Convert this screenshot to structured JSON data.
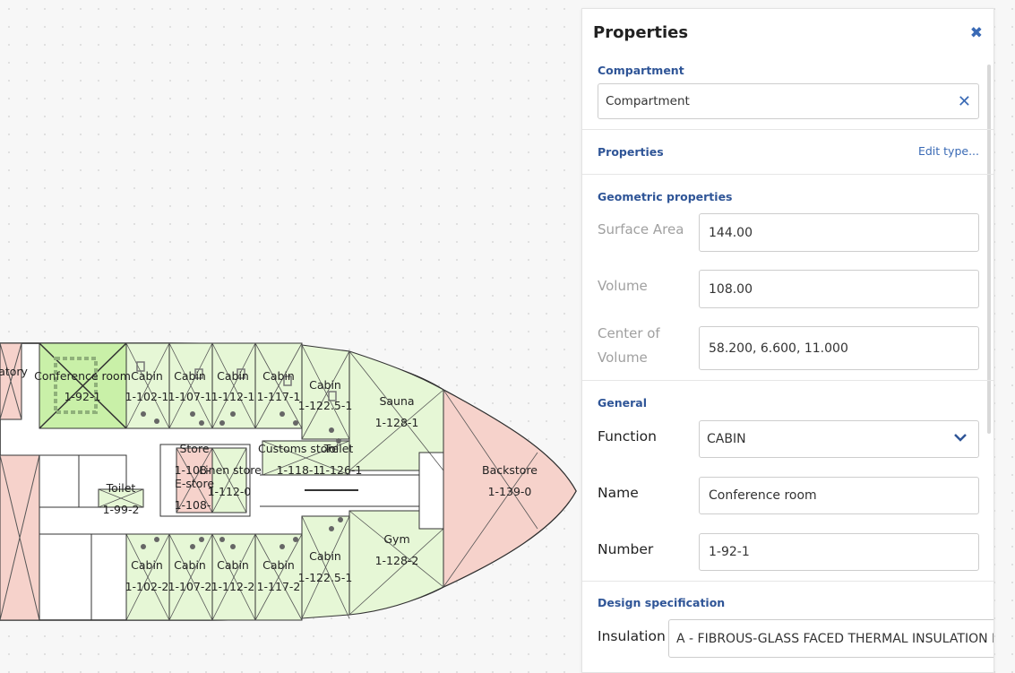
{
  "plan": {
    "labels": {
      "oratory": "ratory",
      "conference_name": "Conference room",
      "conference_num": "1-92-1",
      "cabin": "Cabin",
      "c1": "1-102-1",
      "c2": "1-107-1",
      "c3": "1-112-1",
      "c4": "1-117-1",
      "c5": "1-122.5-1",
      "sauna": "Sauna",
      "sauna_num": "1-128-1",
      "c6": "1-102-2",
      "c7": "1-107-2",
      "c8": "1-112-2",
      "c9": "1-117-2",
      "c10": "1-122.5-1",
      "gym": "Gym",
      "gym_num": "1-128-2",
      "backstore": "Backstore",
      "backstore_num": "1-139-0",
      "toilet": "Toilet",
      "toilet_num": "1-99-2",
      "store": "Store",
      "store_num": "1-108-",
      "estore": "E-store",
      "estore_num": "1-108-",
      "linen": "Linen store",
      "linen_num": "1-112-0",
      "customs": "Customs store",
      "customs_num": "1-118-1",
      "toilet2": "Toilet",
      "toilet2_num": "1-126-1"
    }
  },
  "panel": {
    "title": "Properties",
    "compartment": {
      "title": "Compartment",
      "value": "Compartment"
    },
    "properties": {
      "title": "Properties",
      "edit_link": "Edit type..."
    },
    "geometric": {
      "title": "Geometric properties",
      "surface_area_label": "Surface Area",
      "surface_area": "144.00",
      "volume_label": "Volume",
      "volume": "108.00",
      "center_label_1": "Center of",
      "center_label_2": "Volume",
      "center": "58.200, 6.600, 11.000"
    },
    "general": {
      "title": "General",
      "function_label": "Function",
      "function": "CABIN",
      "name_label": "Name",
      "name": "Conference room",
      "number_label": "Number",
      "number": "1-92-1"
    },
    "design": {
      "title": "Design specification",
      "insulation_label": "Insulation",
      "insulation": "A - FIBROUS-GLASS FACED THERMAL INSULATION BOARD"
    }
  },
  "colors": {
    "room_green": "#e6f7d6",
    "selected_green": "#c9f0a8",
    "room_pink": "#f6d2cb",
    "accent": "#3a6ab5"
  }
}
